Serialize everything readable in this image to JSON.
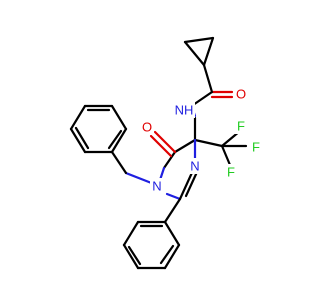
{
  "molecule": {
    "atoms": {
      "carbonyl_oxygen_amide": "O",
      "amide_nitrogen": "NH",
      "ring_oxygen": "O",
      "ring_nitrogen_benzyl": "N",
      "ring_nitrogen_imine": "N",
      "fluorine_top": "F",
      "fluorine_right": "F",
      "fluorine_bottom": "F"
    },
    "colors": {
      "carbon_bond": "#000000",
      "oxygen": "#e00000",
      "nitrogen": "#1f1fe0",
      "fluorine": "#22cc22"
    }
  }
}
